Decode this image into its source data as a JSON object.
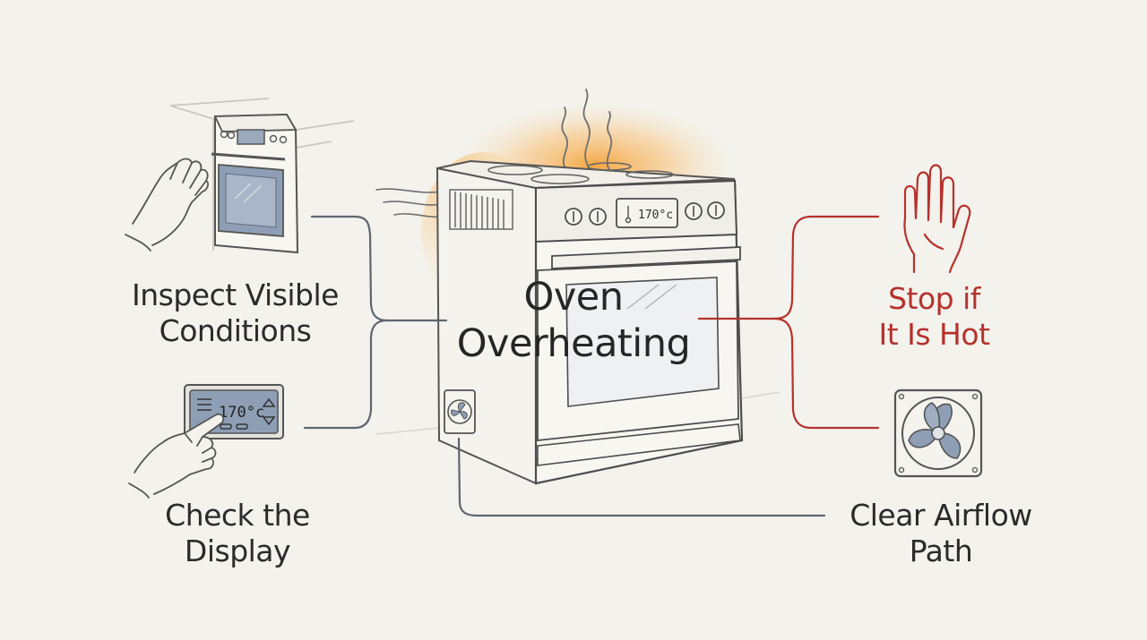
{
  "title": {
    "line1": "Oven",
    "line2": "Overheating"
  },
  "branches": {
    "inspect": {
      "line1": "Inspect Visible",
      "line2": "Conditions"
    },
    "display": {
      "line1": "Check the",
      "line2": "Display"
    },
    "stop": {
      "line1": "Stop if",
      "line2": "It Is Hot"
    },
    "airflow": {
      "line1": "Clear Airflow",
      "line2": "Path"
    }
  },
  "oven_display": {
    "reading": "170°c"
  },
  "thermostat_display": {
    "reading": "170°c"
  },
  "icons": [
    "wall-oven-icon",
    "hand-icon",
    "thermostat-panel-icon",
    "pointing-hand-icon",
    "range-oven-icon",
    "vent-fan-icon",
    "raised-hand-icon",
    "fan-icon"
  ],
  "colors": {
    "accent_red": "#b5322d",
    "line_gray": "#5f6670",
    "heat_orange": "#f5a33a",
    "background": "#f3f2ec",
    "screen_blue": "#8e9fb5"
  }
}
